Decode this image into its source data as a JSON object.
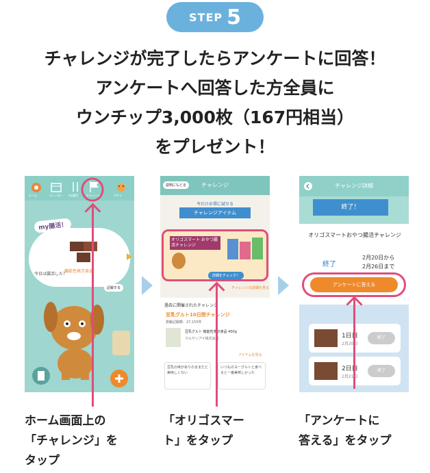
{
  "step": {
    "label": "STEP",
    "number": "5"
  },
  "headline": {
    "line1": "チャレンジが完了したらアンケートに回答！",
    "line2": "アンケートへ回答した方全員に",
    "line3": "ウンチップ3,000枚（167円相当）",
    "line4": "をプレゼント！"
  },
  "screens": {
    "home": {
      "my_label": "my腸活！",
      "tabs": [
        "ホーム",
        "カレンダー",
        "my腸活",
        "チャレンジ",
        "ガチャ"
      ],
      "bubble_text": "今日は腸活した？",
      "card_label": "機能性表示食品",
      "record_button": "記録する"
    },
    "challenge": {
      "back_button": "説明にもどる",
      "title": "チャレンジ",
      "ribbon_top": "今だけお得に試せる",
      "ribbon_main": "チャレンジアイテム",
      "banner_title": "オリゴスマート おやつ腸活チャレンジ",
      "banner_cta": "詳細をチェック！",
      "link_text": "チャレンジの詳細を見る",
      "past_header": "過去に開催されたチャレンジ",
      "item_title": "豆乳グルト10日間チャレンジ",
      "item_meta": "貢献記録数：27,155件",
      "product_name": "豆乳グルト 機能性表示食品 400g",
      "maker": "マルサンアイ株式会社",
      "view_item": "アイテムを見る",
      "review1": "豆乳の味がありのままだと美味しくない",
      "review2": "いつものヨーグルトと食べると一番美味しかった"
    },
    "detail": {
      "title": "チャレンジ詳細",
      "done_flag": "終了！",
      "challenge_name": "オリゴスマートおやつ腸活チャレンジ",
      "status": "終了",
      "date_from": "2月20日から",
      "date_to": "2月26日まで",
      "answer_button": "アンケートに答える",
      "days": [
        {
          "label": "1日目",
          "date": "2月20日",
          "button": "終了"
        },
        {
          "label": "2日目",
          "date": "2月21日",
          "button": "終了"
        }
      ]
    }
  },
  "captions": {
    "c1": "ホーム画面上の\n「チャレンジ」を\nタップ",
    "c2": "「オリゴスマー\nト」をタップ",
    "c3": "「アンケートに\n答える」をタップ"
  },
  "colors": {
    "accent_blue": "#6bb1dd",
    "highlight_pink": "#e04d7a",
    "teal": "#8ccfc7",
    "orange": "#ee8a2c"
  }
}
